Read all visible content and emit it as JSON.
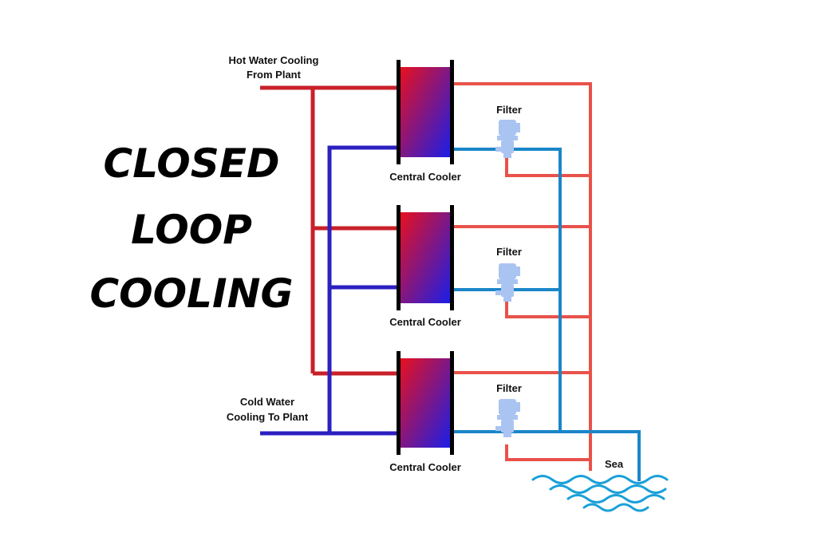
{
  "title": {
    "lines": [
      "CLOSED",
      "LOOP",
      "COOLING"
    ]
  },
  "labels": {
    "hot_water": [
      "Hot Water Cooling",
      "From Plant"
    ],
    "cold_water": [
      "Cold Water",
      "Cooling To Plant"
    ],
    "sea": "Sea"
  },
  "coolers": [
    {
      "label": "Central Cooler",
      "filter_label": "Filter"
    },
    {
      "label": "Central Cooler",
      "filter_label": "Filter"
    },
    {
      "label": "Central Cooler",
      "filter_label": "Filter"
    }
  ],
  "colors": {
    "hot_pipe": "#c8202a",
    "cold_pipe": "#2b20c0",
    "sea_hot_pipe": "#e8524a",
    "sea_cold_pipe": "#1a86c8",
    "cooler_top": "#e8101e",
    "cooler_bottom": "#1a1ee8",
    "filter": "#aac4f2",
    "sea_wave": "#1aa0d8"
  },
  "icons": {
    "filter": "filter-pump-icon",
    "sea": "sea-wave-icon"
  }
}
